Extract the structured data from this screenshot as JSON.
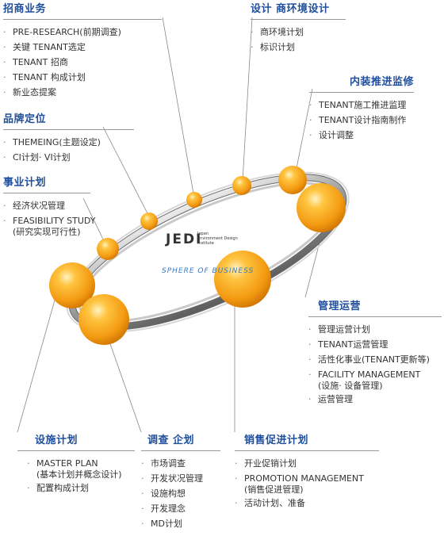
{
  "logo": {
    "mark": "JEDI",
    "lines": [
      "Japan",
      "Environment Design",
      "Institute"
    ]
  },
  "sphere_label": "SPHERE OF BUSINESS",
  "sections": {
    "recruit": {
      "title": "招商业务",
      "items": [
        {
          "text": "PRE-RESEARCH(前期调查)"
        },
        {
          "text": "关键 TENANT选定"
        },
        {
          "text": "TENANT 招商"
        },
        {
          "text": "TENANT 构成计划"
        },
        {
          "text": "新业态提案"
        }
      ]
    },
    "brand": {
      "title": "品牌定位",
      "items": [
        {
          "text": "THEMEING(主题设定)"
        },
        {
          "text": "CI计划· VI计划"
        }
      ]
    },
    "business": {
      "title": "事业计划",
      "items": [
        {
          "text": "经济状况管理"
        },
        {
          "text": "FEASIBILITY STUDY",
          "sub": "(研究实现可行性)"
        }
      ]
    },
    "design": {
      "title": "设计 商环境设计",
      "items": [
        {
          "text": "商环境计划"
        },
        {
          "text": "标识计划"
        }
      ]
    },
    "interior": {
      "title": "内装推进监修",
      "items": [
        {
          "text": "TENANT施工推进监理"
        },
        {
          "text": "TENANT设计指南制作"
        },
        {
          "text": "设计调整"
        }
      ]
    },
    "operation": {
      "title": "管理运营",
      "items": [
        {
          "text": "管理运营计划"
        },
        {
          "text": "TENANT运营管理"
        },
        {
          "text": "活性化事业(TENANT更新等)"
        },
        {
          "text": "FACILITY MANAGEMENT",
          "sub": "(设施· 设备管理)"
        },
        {
          "text": "运营管理"
        }
      ]
    },
    "facility": {
      "title": "设施计划",
      "items": [
        {
          "text": "MASTER PLAN",
          "sub": "(基本计划并概念设计)"
        },
        {
          "text": "配置构成计划"
        }
      ]
    },
    "survey": {
      "title": "调查 企划",
      "items": [
        {
          "text": "市场调查"
        },
        {
          "text": "开发状况管理"
        },
        {
          "text": "设施构想"
        },
        {
          "text": "开发理念"
        },
        {
          "text": "MD计划"
        }
      ]
    },
    "sales": {
      "title": "销售促进计划",
      "items": [
        {
          "text": "开业促销计划"
        },
        {
          "text": "PROMOTION MANAGEMENT",
          "sub": "(销售促进管理)"
        },
        {
          "text": "活动计划、准备"
        }
      ]
    }
  },
  "colors": {
    "heading": "#1f4e9c",
    "sphere": "#f5a623",
    "ring": "#a8a8a8"
  }
}
